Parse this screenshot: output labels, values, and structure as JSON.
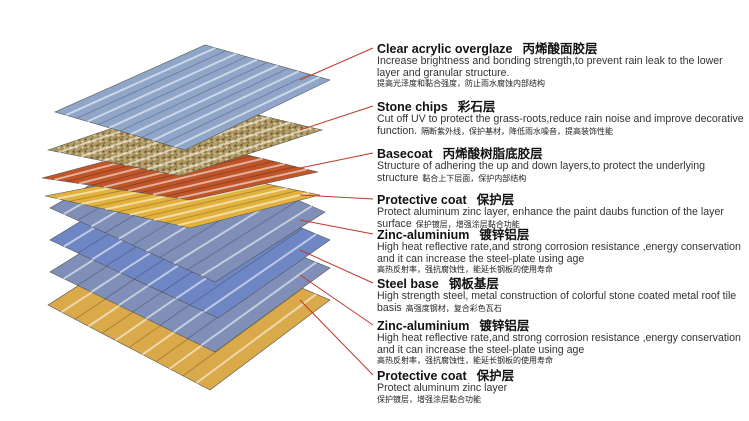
{
  "layers": [
    {
      "title": "Clear acrylic overglaze",
      "title_zh": "丙烯酸面胶层",
      "desc": "Increase brightness and bonding strength,to prevent rain leak to the lower layer and granular structure.",
      "desc_zh": "提高光泽度和黏合强度，防止雨水腐蚀内部结构"
    },
    {
      "title": "Stone chips",
      "title_zh": "彩石层",
      "desc": "Cut off UV to protect the grass-roots,reduce rain noise and improve decorative function.",
      "desc_zh": "隔断紫外线，保护基材，降低雨水噪音，提高装饰性能"
    },
    {
      "title": "Basecoat",
      "title_zh": "丙烯酸树脂底胶层",
      "desc": "Structure of adhering the up and down layers,to protect the underlying structure",
      "desc_zh": "黏合上下层面，保护内部结构"
    },
    {
      "title": "Protective coat",
      "title_zh": "保护层",
      "desc": "Protect aluminum zinc layer, enhance the paint daubs function of the layer surface",
      "desc_zh": "保护镀层，增强涂层黏合功能"
    },
    {
      "title": "Zinc-aluminium",
      "title_zh": "镀锌铝层",
      "desc": "High heat reflective rate,and strong corrosion resistance ,energy conservation and it can increase the steel-plate using age",
      "desc_zh": "高热反射率，强抗腐蚀性，能延长钢板的使用寿命"
    },
    {
      "title": "Steel base",
      "title_zh": "钢板基层",
      "desc": "High strength steel, metal construction of colorful stone coated metal roof tile basis",
      "desc_zh": "高强度钢材，复合彩色瓦石"
    },
    {
      "title": "Zinc-aluminium",
      "title_zh": "镀锌铝层",
      "desc": "High heat reflective rate,and strong corrosion resistance ,energy conservation and it can increase the steel-plate using age",
      "desc_zh": "高热反射率，强抗腐蚀性，能延长钢板的使用寿命"
    },
    {
      "title": "Protective coat",
      "title_zh": "保护层",
      "desc": "Protect aluminum zinc layer",
      "desc_zh": "保护镀层，增强涂层黏合功能"
    }
  ],
  "colors": {
    "leader_line": "#c0392b",
    "clear_overglaze": "#8fa6c9",
    "stone_chips": "#b8a06a",
    "basecoat": "#c0552a",
    "protective_coat": "#e3b23c",
    "zinc_aluminium": "#7f8fb8",
    "steel_base": "#6f86c4",
    "protective_coat_bottom": "#d9a94a"
  }
}
